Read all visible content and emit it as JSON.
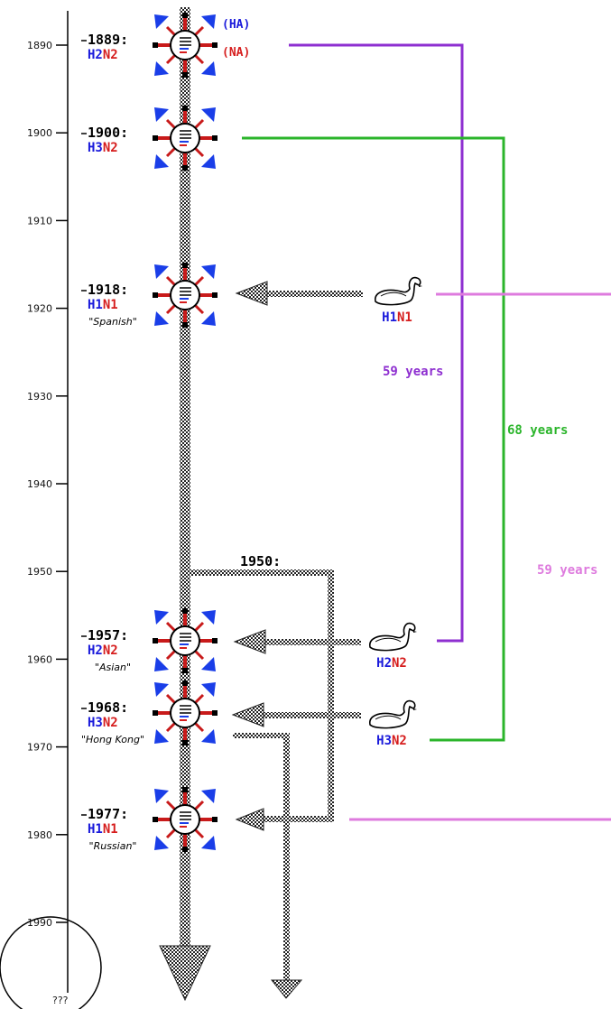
{
  "axis": {
    "ticks": [
      "1890",
      "1900",
      "1910",
      "1920",
      "1930",
      "1940",
      "1950",
      "1960",
      "1970",
      "1980",
      "1990"
    ],
    "end_label": "???"
  },
  "legend": {
    "ha": "(HA)",
    "na": "(NA)"
  },
  "pandemics": [
    {
      "year": "1889:",
      "h": "H2",
      "n": "N2",
      "nickname": ""
    },
    {
      "year": "1900:",
      "h": "H3",
      "n": "N2",
      "nickname": ""
    },
    {
      "year": "1918:",
      "h": "H1",
      "n": "N1",
      "nickname": "\"Spanish\""
    },
    {
      "year": "1957:",
      "h": "H2",
      "n": "N2",
      "nickname": "\"Asian\""
    },
    {
      "year": "1968:",
      "h": "H3",
      "n": "N2",
      "nickname": "\"Hong Kong\""
    },
    {
      "year": "1977:",
      "h": "H1",
      "n": "N1",
      "nickname": "\"Russian\""
    }
  ],
  "avian": [
    {
      "h": "H1",
      "n": "N1"
    },
    {
      "h": "H2",
      "n": "N2"
    },
    {
      "h": "H3",
      "n": "N2"
    }
  ],
  "branch_label": "1950:",
  "intervals": [
    {
      "label": "59 years",
      "color": "#8e2fd0"
    },
    {
      "label": "68 years",
      "color": "#2bb52b"
    },
    {
      "label": "59 years",
      "color": "#de7bde"
    }
  ],
  "colors": {
    "h": "#1a1adb",
    "n": "#d61d1d",
    "arrow": "#555555",
    "arm": "#c81a1a",
    "tip": "#1a3ee8"
  }
}
